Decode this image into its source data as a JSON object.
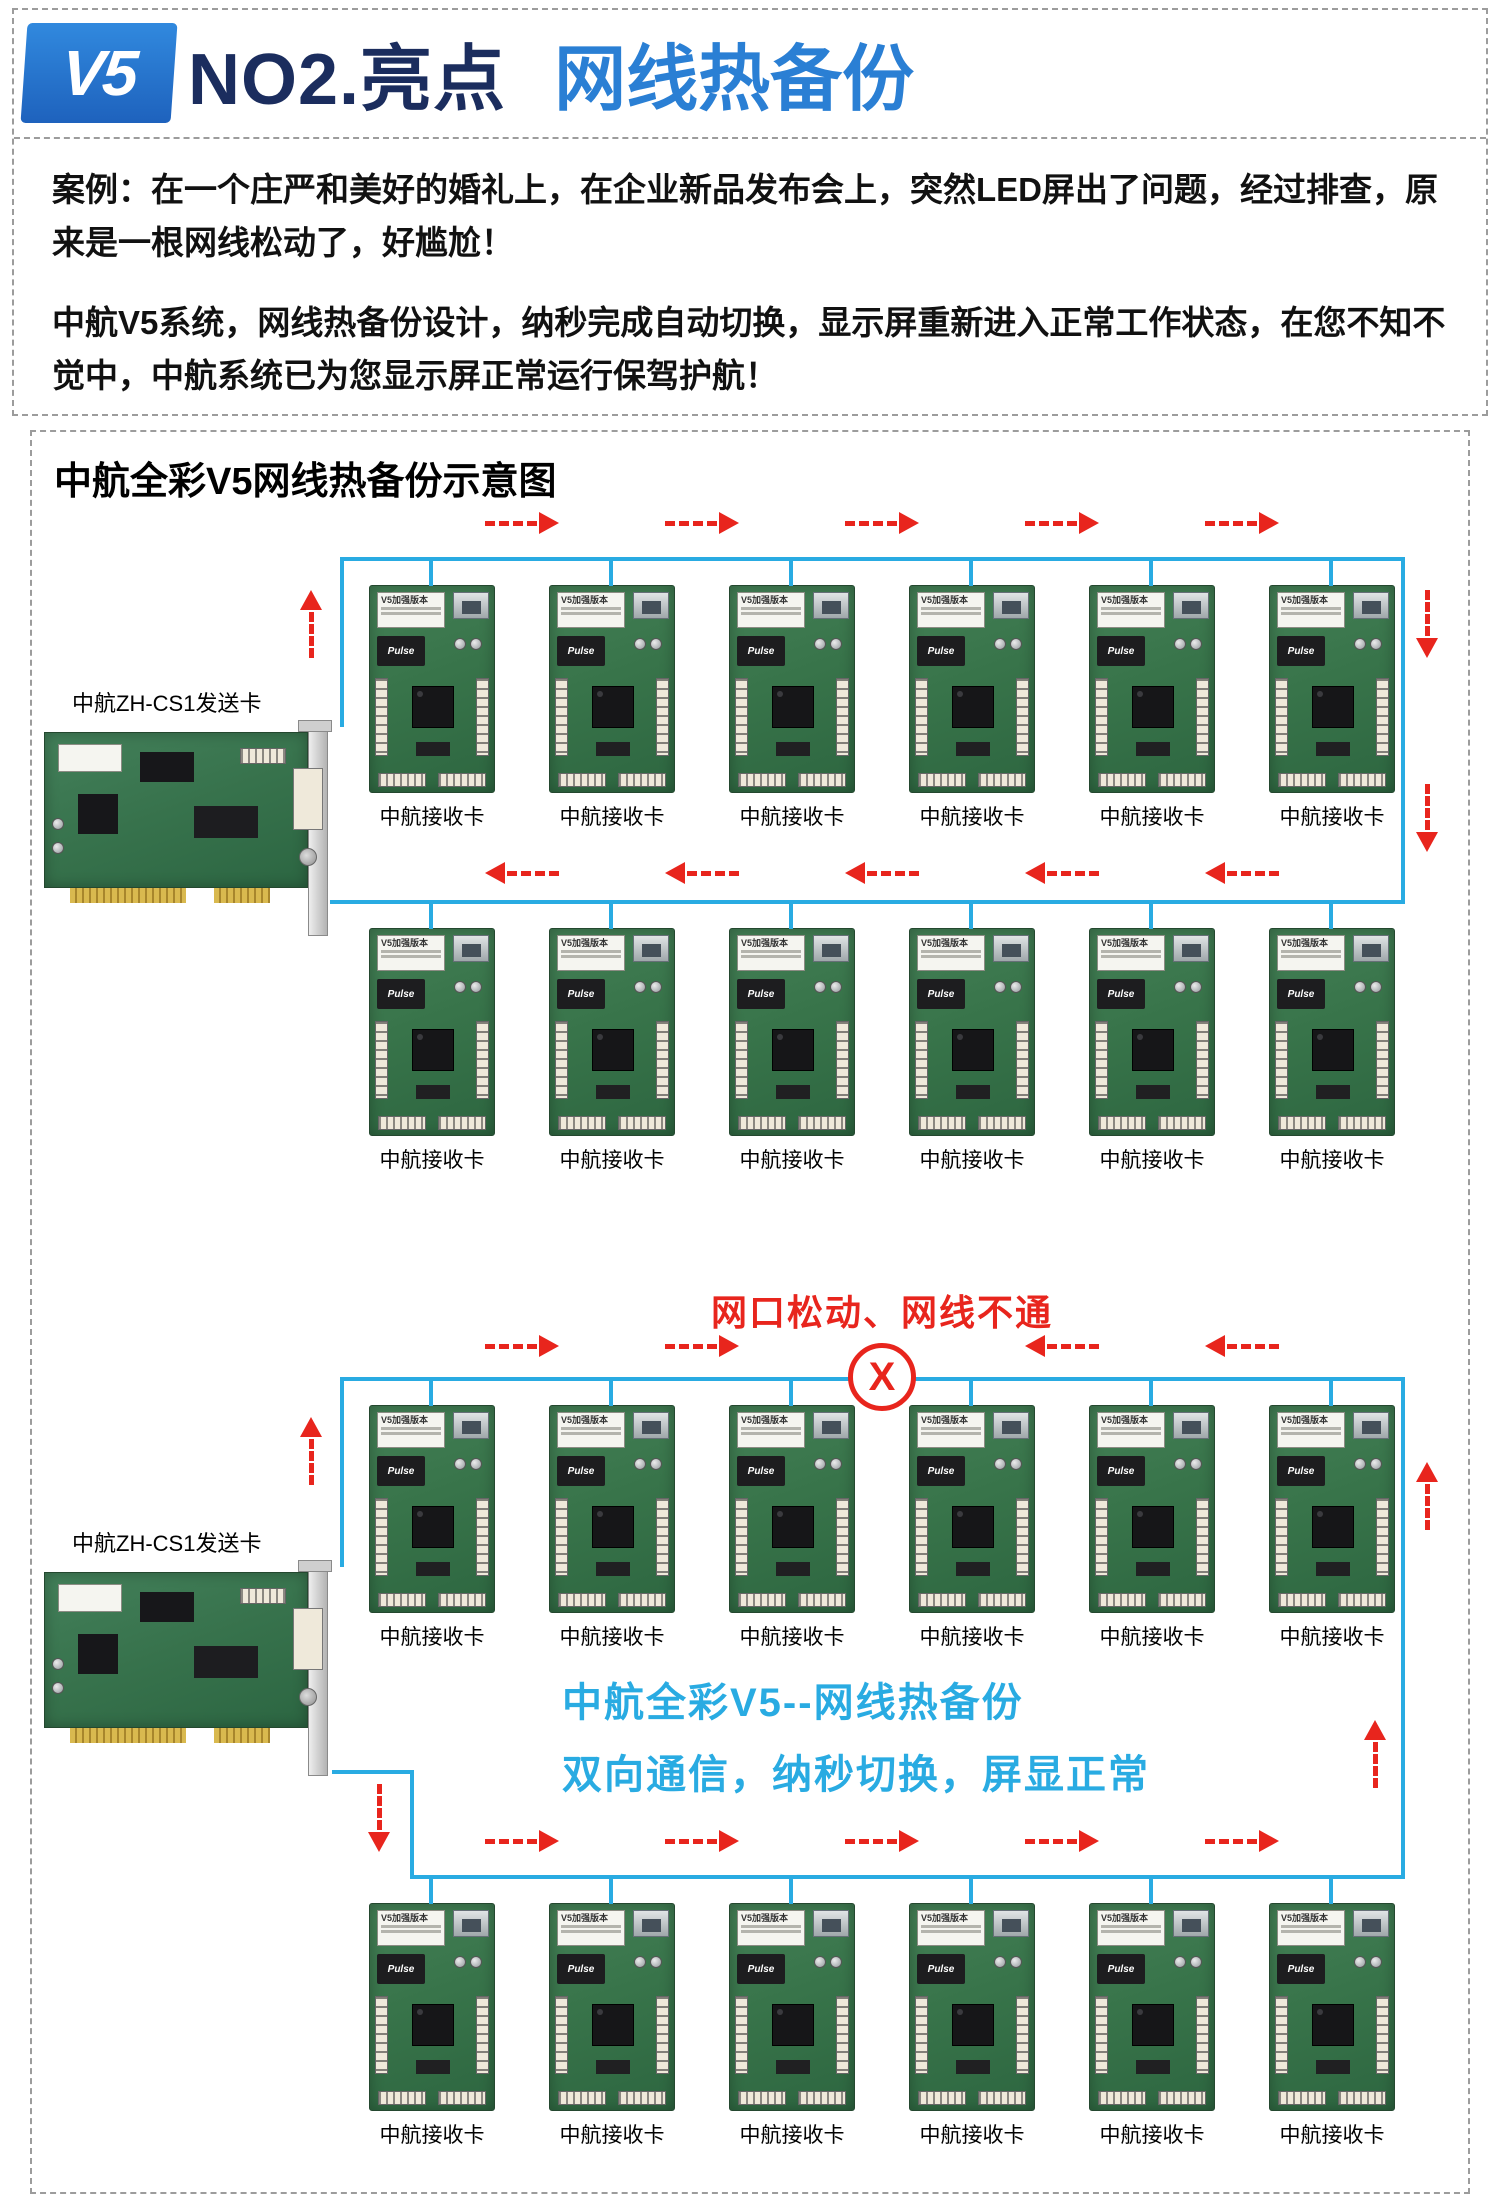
{
  "header": {
    "logo_text": "V5",
    "title": "NO2.亮点",
    "subtitle": "网线热备份"
  },
  "intro": {
    "case_label": "案例：",
    "case_text": "在一个庄严和美好的婚礼上，在企业新品发布会上，突然LED屏出了问题，经过排查，原来是一根网线松动了，好尴尬！",
    "solution_text": "中航V5系统，网线热备份设计，纳秒完成自动切换，显示屏重新进入正常工作状态，在您不知不觉中，中航系统已为您显示屏正常运行保驾护航！"
  },
  "diagram": {
    "title": "中航全彩V5网线热备份示意图",
    "sender_label": "中航ZH-CS1发送卡",
    "card_sticker": "V5加强版本",
    "pulse_label": "Pulse",
    "fault_title": "网口松动、网线不通",
    "fault_mark": "X",
    "hot_backup_line1": "中航全彩V5--网线热备份",
    "hot_backup_line2": "双向通信，纳秒切换，屏显正常",
    "colors": {
      "cable": "#29abe2",
      "arrow": "#e8251d",
      "title_navy": "#1b2d5e",
      "title_blue": "#2a7fd4"
    }
  },
  "receivers": {
    "scene1_row1": [
      "中航接收卡",
      "中航接收卡",
      "中航接收卡",
      "中航接收卡",
      "中航接收卡",
      "中航接收卡"
    ],
    "scene1_row2": [
      "中航接收卡",
      "中航接收卡",
      "中航接收卡",
      "中航接收卡",
      "中航接收卡",
      "中航接收卡"
    ],
    "scene2_row1": [
      "中航接收卡",
      "中航接收卡",
      "中航接收卡",
      "中航接收卡",
      "中航接收卡",
      "中航接收卡"
    ],
    "scene2_row2": [
      "中航接收卡",
      "中航接收卡",
      "中航接收卡",
      "中航接收卡",
      "中航接收卡",
      "中航接收卡"
    ]
  }
}
